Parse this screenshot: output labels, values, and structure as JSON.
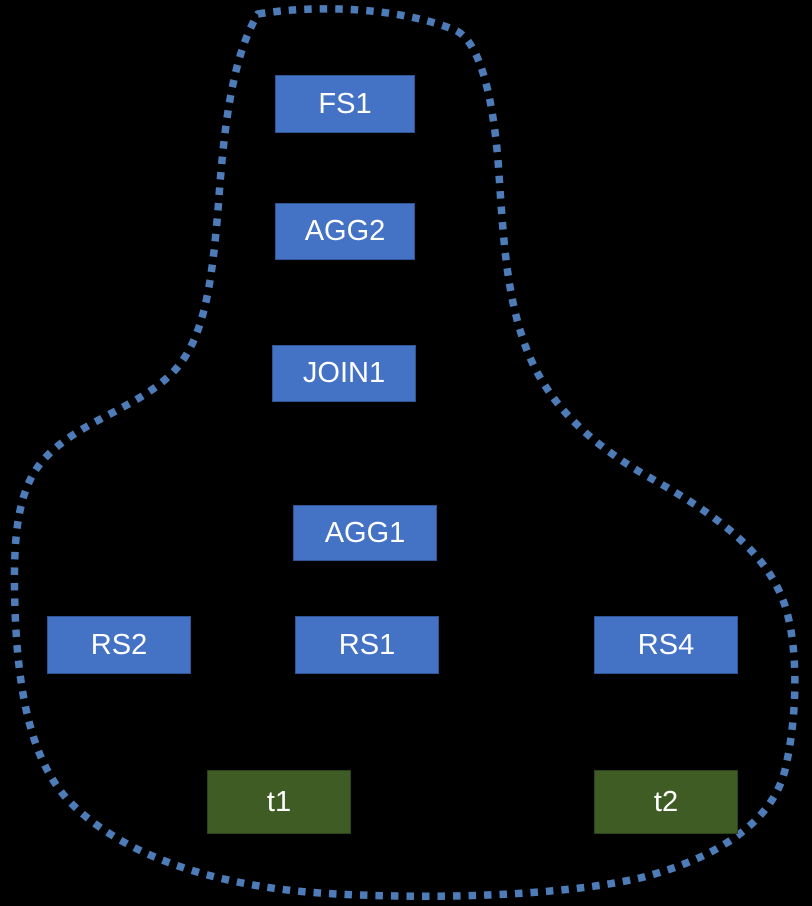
{
  "diagram": {
    "title": "query-plan-tree",
    "nodes": {
      "fs1": {
        "label": "FS1",
        "type": "operator"
      },
      "agg2": {
        "label": "AGG2",
        "type": "operator"
      },
      "join1": {
        "label": "JOIN1",
        "type": "operator"
      },
      "agg1": {
        "label": "AGG1",
        "type": "operator"
      },
      "rs2": {
        "label": "RS2",
        "type": "operator"
      },
      "rs1": {
        "label": "RS1",
        "type": "operator"
      },
      "rs4": {
        "label": "RS4",
        "type": "operator"
      },
      "t1": {
        "label": "t1",
        "type": "table"
      },
      "t2": {
        "label": "t2",
        "type": "table"
      }
    },
    "colors": {
      "background": "#000000",
      "operator_fill": "#4472c4",
      "table_fill": "#3e5c23",
      "node_text": "#ffffff",
      "outline_stroke": "#4d7cb8"
    },
    "outline_style": "dotted-freeform-boundary"
  }
}
